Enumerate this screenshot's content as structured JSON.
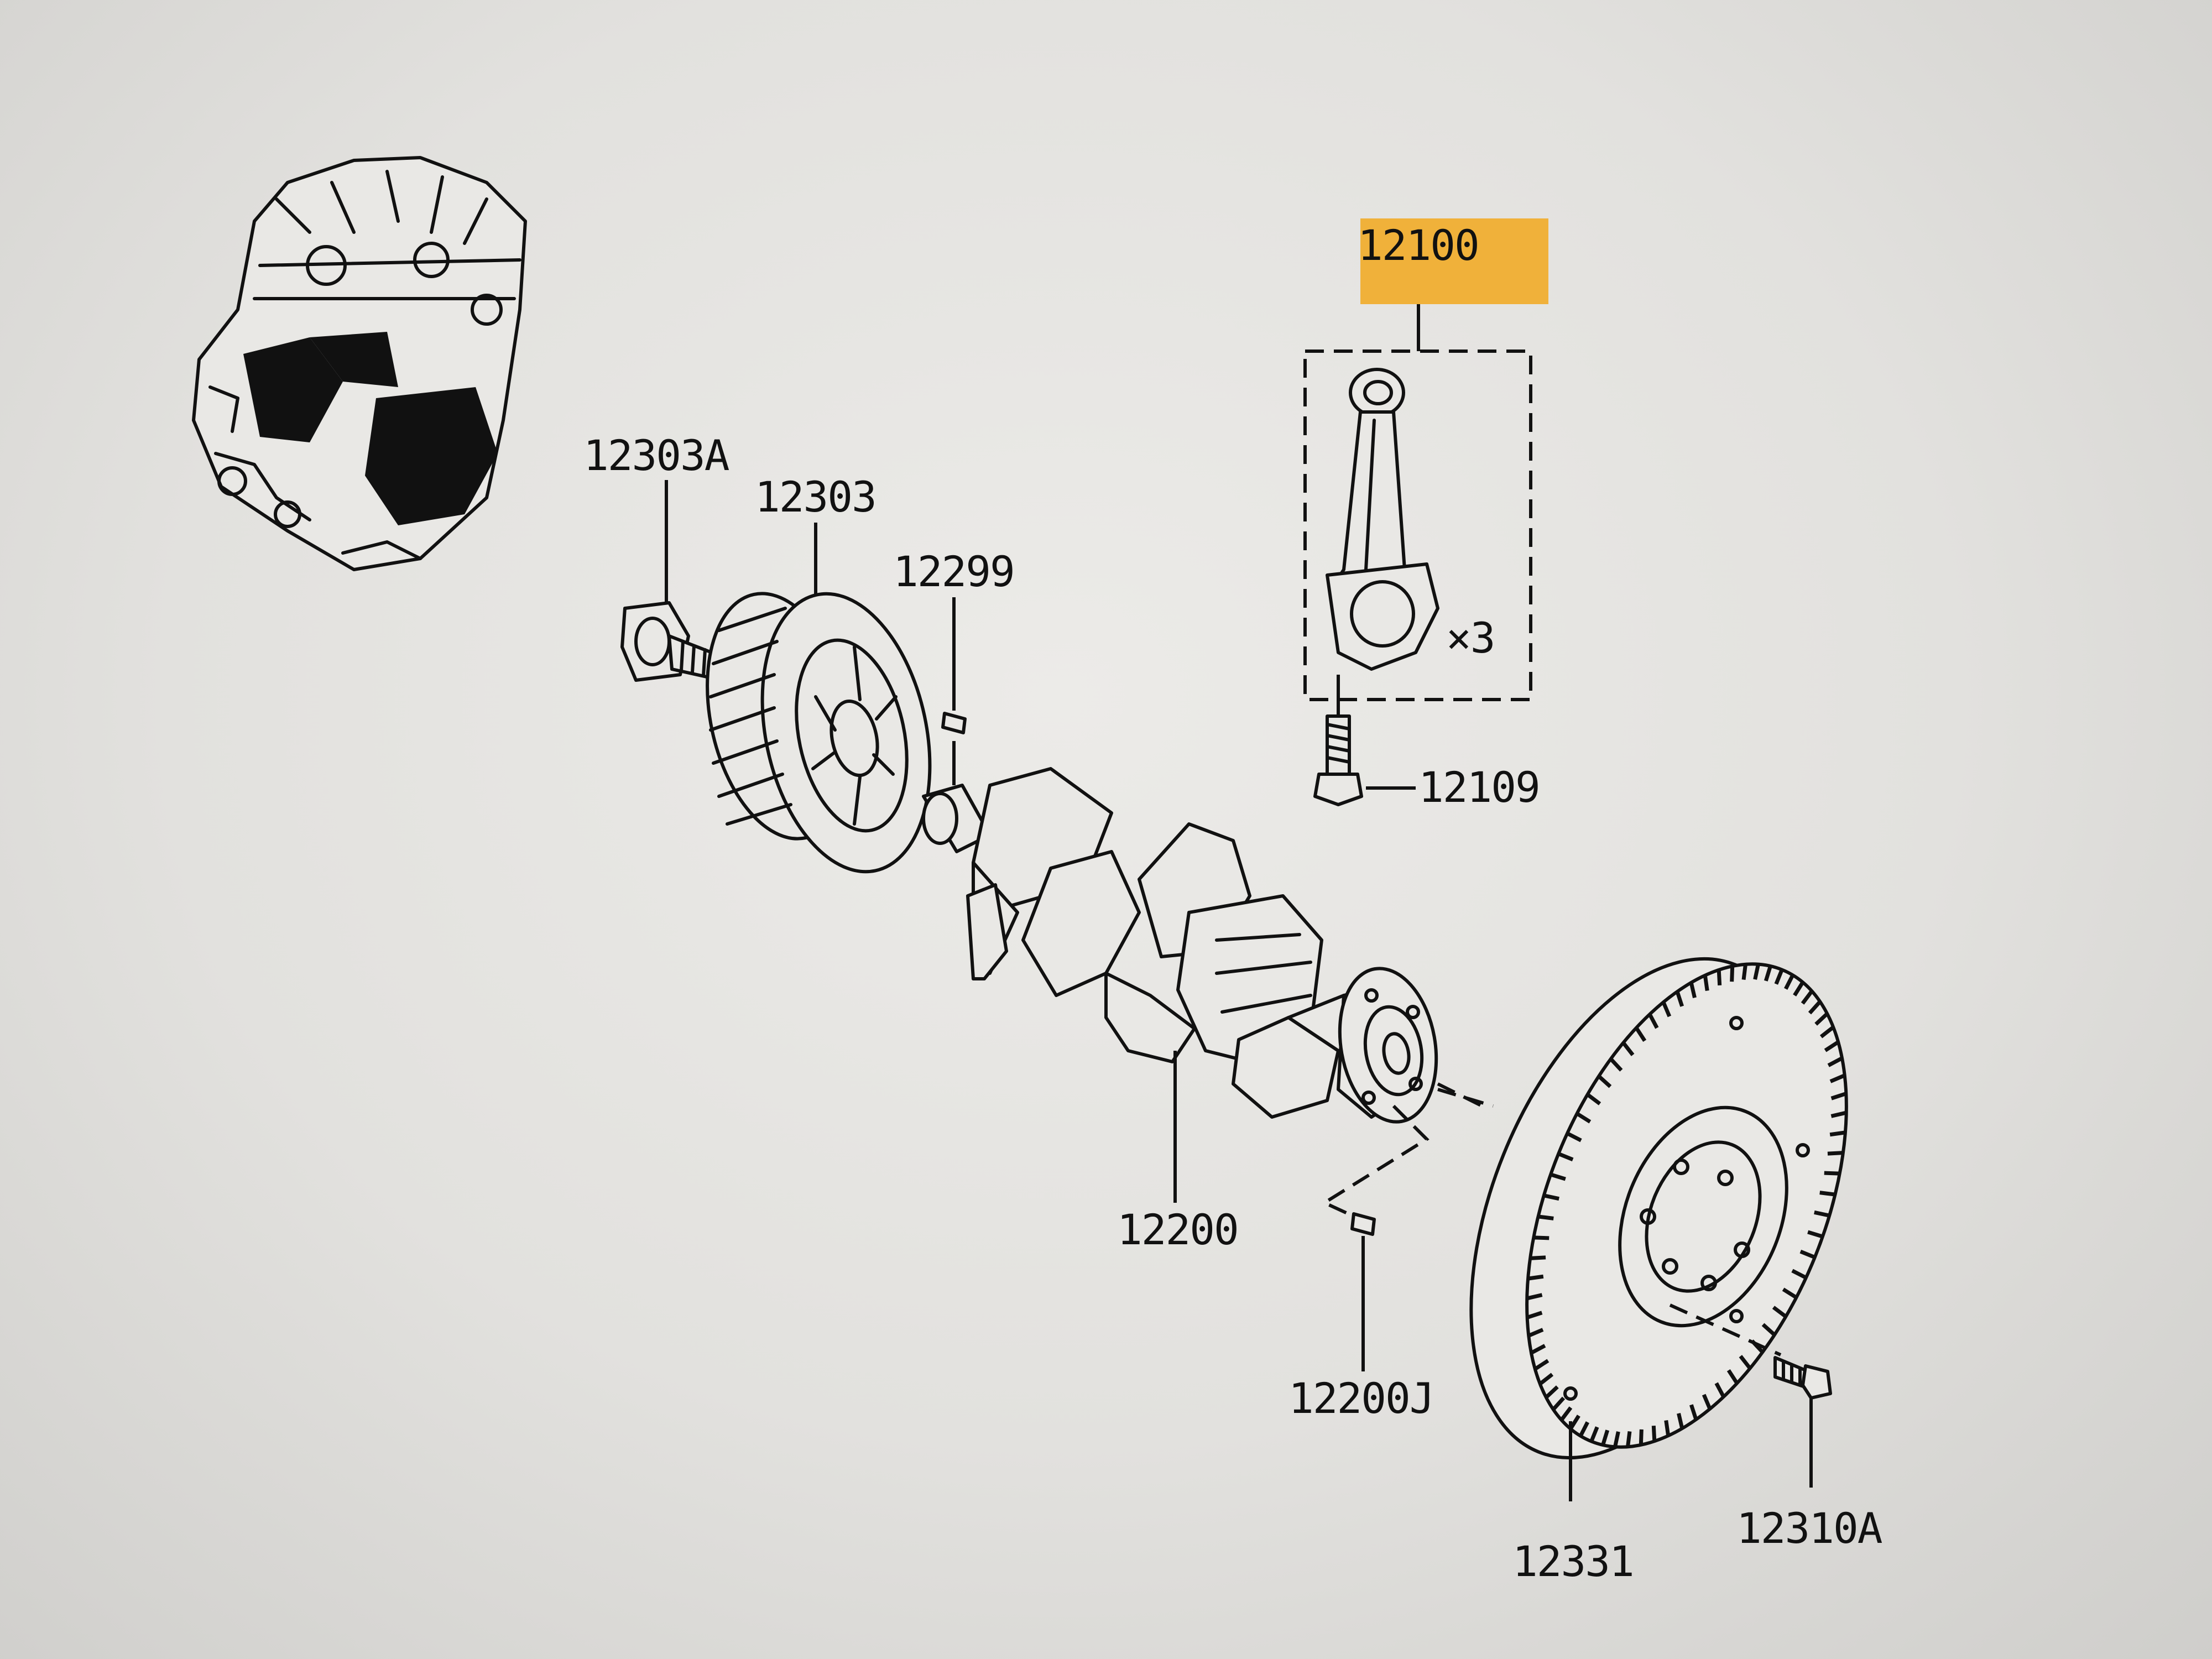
{
  "parts": {
    "connecting_rod": "12100",
    "rod_bolt": "12109",
    "pulley_bolt": "12303A",
    "pulley": "12303",
    "key": "12299",
    "crankshaft": "12200",
    "pilot_bushing": "12200J",
    "flywheel": "12331",
    "flywheel_bolt": "12310A"
  },
  "quantity_note": "×3",
  "highlight_color": "#f0b13a"
}
